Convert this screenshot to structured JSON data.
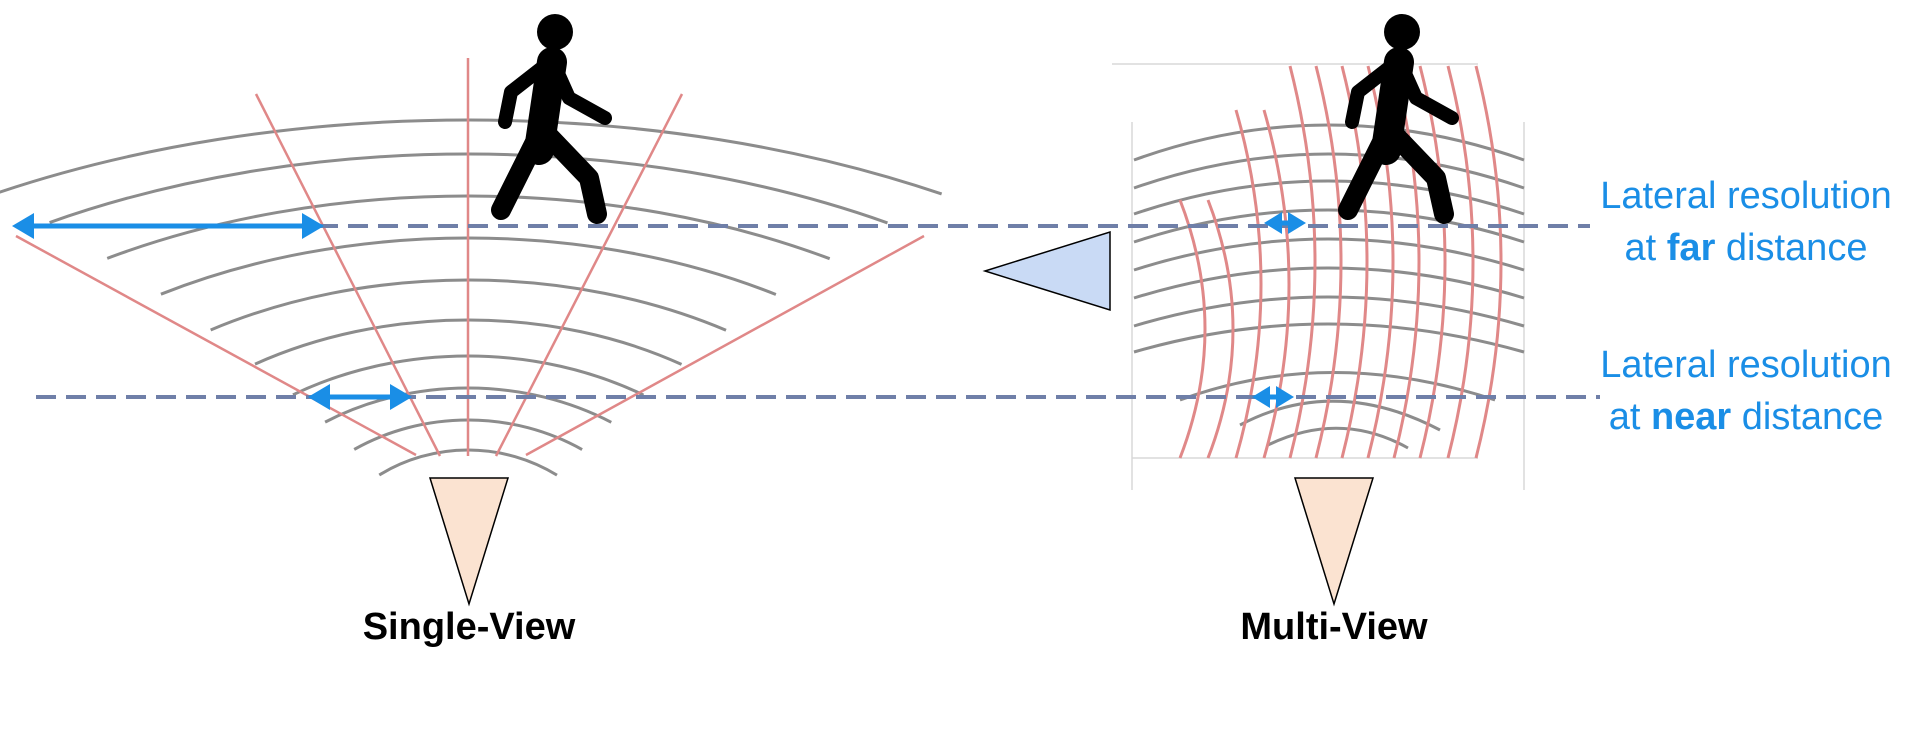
{
  "single_view": {
    "caption": "Single-View"
  },
  "multi_view": {
    "caption": "Multi-View"
  },
  "far_label": {
    "line1": "Lateral resolution",
    "pre": "at ",
    "bold": "far",
    "post": " distance"
  },
  "near_label": {
    "line1": "Lateral resolution",
    "pre": "at ",
    "bold": "near",
    "post": " distance"
  },
  "colors": {
    "arc": "#8c8c8c",
    "beam": "#e08888",
    "arrow": "#1a8ee6",
    "dashed": "#6f7fa8",
    "sensor_fill": "#fbe3d1",
    "second_sensor_fill": "#c9daf5",
    "label_text": "#1a8ee6",
    "figure": "#000000"
  },
  "icons": {
    "pedestrian": "walking-person-icon",
    "sensor": "triangle-sensor-icon"
  }
}
